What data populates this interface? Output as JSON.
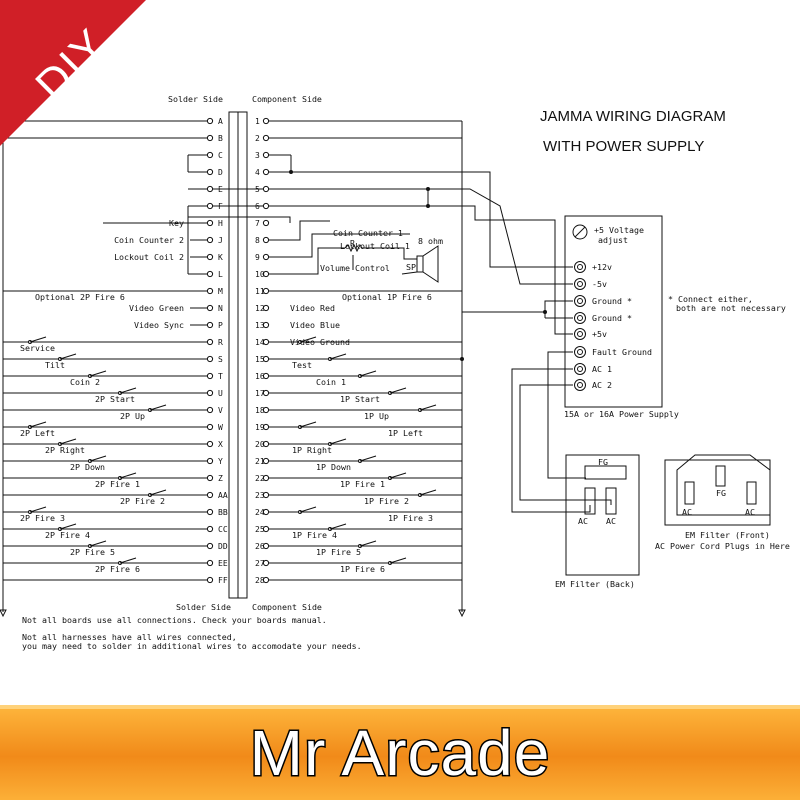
{
  "corner_badge": "DIY",
  "banner_text": "Mr Arcade",
  "title_lines": [
    "JAMMA WIRING DIAGRAM",
    "WITH POWER SUPPLY"
  ],
  "solder_side_label": "Solder Side",
  "component_side_label": "Component Side",
  "solder_pins": [
    "A",
    "B",
    "C",
    "D",
    "E",
    "F",
    "H",
    "J",
    "K",
    "L",
    "M",
    "N",
    "P",
    "R",
    "S",
    "T",
    "U",
    "V",
    "W",
    "X",
    "Y",
    "Z",
    "AA",
    "BB",
    "CC",
    "DD",
    "EE",
    "FF"
  ],
  "component_pins": [
    "1",
    "2",
    "3",
    "4",
    "5",
    "6",
    "7",
    "8",
    "9",
    "10",
    "11",
    "12",
    "13",
    "14",
    "15",
    "16",
    "17",
    "18",
    "19",
    "20",
    "21",
    "22",
    "23",
    "24",
    "25",
    "26",
    "27",
    "28"
  ],
  "solder_signals": [
    "",
    "",
    "",
    "",
    "",
    "",
    "Key",
    "Coin Counter 2",
    "Lockout Coil 2",
    "",
    "Optional 2P Fire 6",
    "Video Green",
    "Video Sync",
    "Service",
    "Tilt",
    "Coin 2",
    "2P Start",
    "2P Up",
    "2P Left",
    "2P Right",
    "2P Down",
    "2P Fire 1",
    "2P Fire 2",
    "2P Fire 3",
    "2P Fire 4",
    "2P Fire 5",
    "2P Fire 6",
    ""
  ],
  "component_signals": [
    "",
    "",
    "",
    "",
    "",
    "",
    "",
    "Coin Counter 1",
    "Lockout Coil 1",
    "Volume Control",
    "Optional 1P Fire 6",
    "Video Red",
    "Video Blue",
    "Video Ground",
    "Test",
    "Coin 1",
    "1P Start",
    "1P Up",
    "1P Left",
    "1P Right",
    "1P Down",
    "1P Fire 1",
    "1P Fire 2",
    "1P Fire 3",
    "1P Fire 4",
    "1P Fire 5",
    "1P Fire 6",
    ""
  ],
  "speaker": {
    "resistor": "R",
    "ohms": "8 ohm",
    "sp": "SP"
  },
  "power_supply": {
    "title_lines": [
      "+5 Voltage",
      "adjust"
    ],
    "terminals": [
      "+12v",
      "-5v",
      "Ground *",
      "Ground *",
      "+5v",
      "Fault Ground",
      "AC 1",
      "AC 2"
    ],
    "note_lines": [
      "* Connect either,",
      "both are not necessary"
    ],
    "caption": "15A or 16A Power Supply"
  },
  "em_filter_back": {
    "fg": "FG",
    "ac_left": "AC",
    "ac_right": "AC",
    "caption": "EM Filter (Back)"
  },
  "em_filter_front": {
    "fg": "FG",
    "ac_left": "AC",
    "ac_right": "AC",
    "caption_lines": [
      "EM Filter (Front)",
      "AC Power Cord Plugs in Here"
    ]
  },
  "notes": [
    "Not all boards use all connections.  Check your boards manual.",
    "Not all harnesses have all wires connected,",
    "you may need to solder in additional wires to accomodate your needs."
  ]
}
